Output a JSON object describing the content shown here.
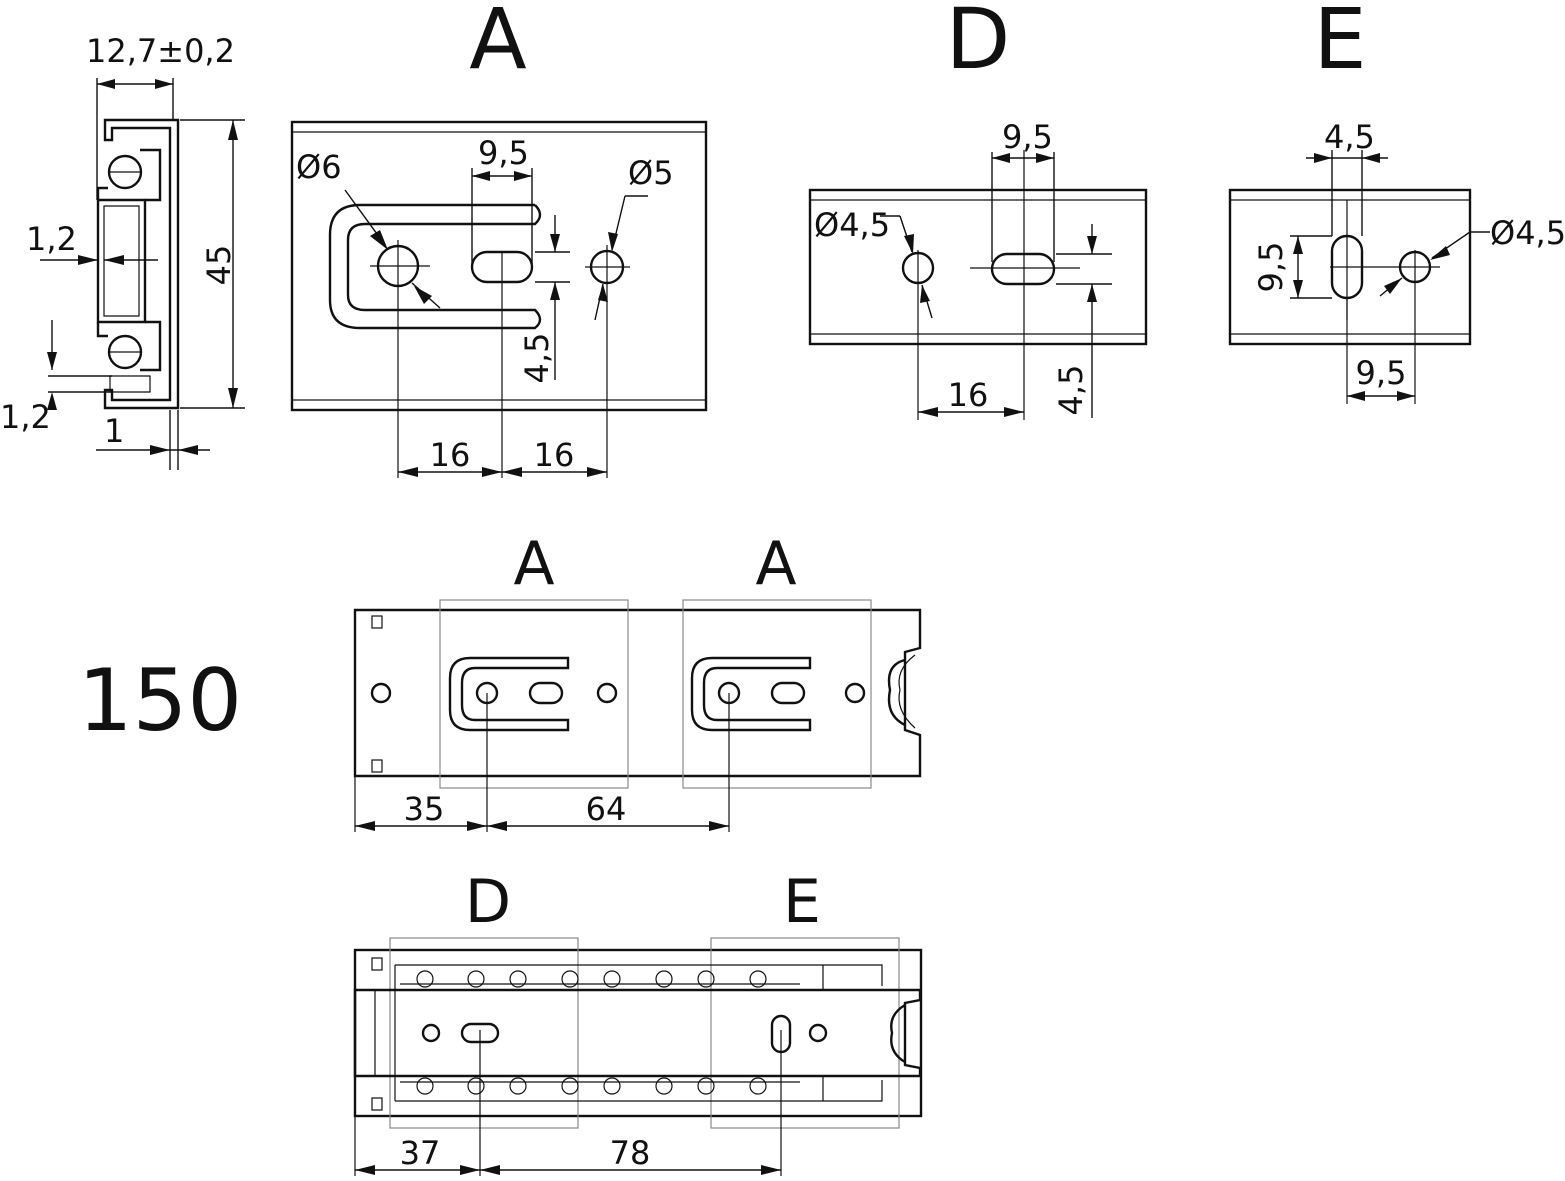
{
  "views": {
    "A": "A",
    "D": "D",
    "E": "E",
    "assembly_top_left": "A",
    "assembly_top_right": "A",
    "assembly_bottom_left": "D",
    "assembly_bottom_right": "E"
  },
  "length_label": "150",
  "section_dims": {
    "width": "12,7±0,2",
    "height": "45",
    "left_gap": "1,2",
    "bottom_gap": "1,2",
    "thickness": "1"
  },
  "detail_A": {
    "hole_large": "Ø6",
    "hole_small": "Ø5",
    "slot_length": "9,5",
    "slot_width": "4,5",
    "spacing_1": "16",
    "spacing_2": "16"
  },
  "detail_D": {
    "hole": "Ø4,5",
    "slot_length": "9,5",
    "slot_width": "4,5",
    "spacing": "16"
  },
  "detail_E": {
    "hole": "Ø4,5",
    "slot_width": "4,5",
    "slot_length": "9,5",
    "spacing": "9,5"
  },
  "assembly_A_dims": {
    "offset": "35",
    "pitch": "64"
  },
  "assembly_DE_dims": {
    "offset": "37",
    "pitch": "78"
  }
}
